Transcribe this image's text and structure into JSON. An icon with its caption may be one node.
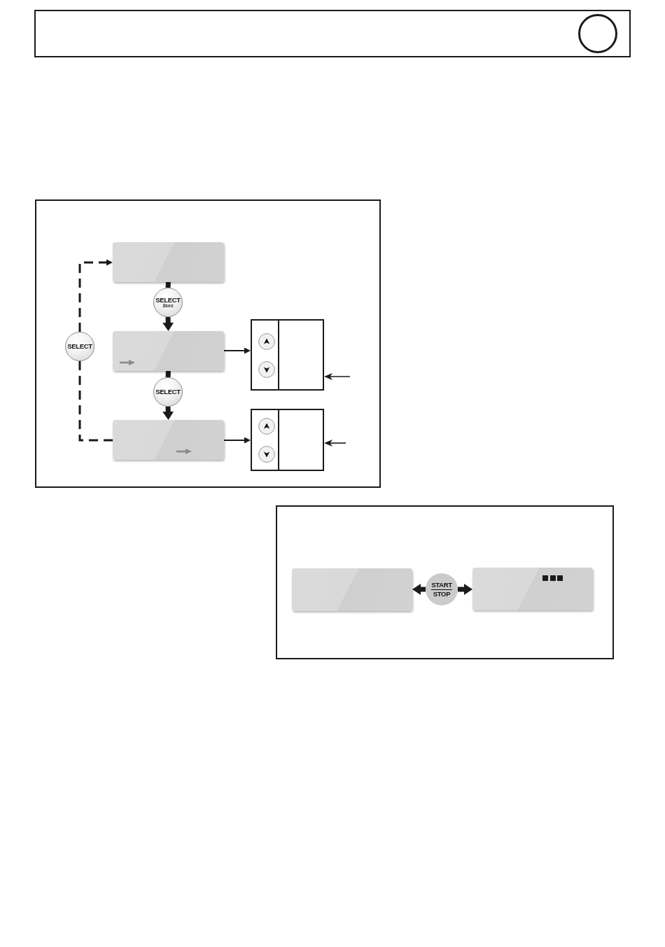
{
  "diagram": {
    "nodes": [
      {
        "text": [],
        "shape": "box"
      },
      {
        "text": [],
        "shape": "box",
        "in": 0
      },
      {
        "text": [
          "SELECT",
          "3sec"
        ],
        "in": 0
      },
      {
        "text": [
          "SELECT"
        ],
        "in": 0
      },
      {
        "text": [],
        "shape": "box",
        "in": 0
      },
      {
        "text": [],
        "shape": "box",
        "in": 0
      },
      {
        "text": [
          "SELECT"
        ],
        "in": 0
      },
      {
        "text": [],
        "shape": "box",
        "in": 0
      },
      {
        "text": [],
        "shape": "box",
        "in": 0
      },
      {
        "text": [],
        "shape": "box"
      },
      {
        "text": [],
        "shape": "box",
        "in": 9
      },
      {
        "text": [
          "START",
          "STOP"
        ],
        "in": 9
      },
      {
        "text": [],
        "shape": "box",
        "in": 9
      }
    ],
    "edges": [
      {
        "from": 1,
        "to": 2,
        "arrow": "none",
        "style": "thick"
      },
      {
        "from": 2,
        "to": 4,
        "arrow": "to",
        "style": "thick"
      },
      {
        "from": 4,
        "to": 6,
        "arrow": "none",
        "style": "thick"
      },
      {
        "from": 6,
        "to": 7,
        "arrow": "to",
        "style": "thick"
      },
      {
        "from": 7,
        "to": 3,
        "arrow": "none",
        "style": "dashed"
      },
      {
        "from": 3,
        "to": 1,
        "arrow": "to",
        "style": "dashed"
      },
      {
        "from": 4,
        "to": 5,
        "arrow": "to"
      },
      {
        "from": 7,
        "to": 8,
        "arrow": "to"
      },
      {
        "from": null,
        "to": 5,
        "arrow": "to"
      },
      {
        "from": null,
        "to": 8,
        "arrow": "to"
      },
      {
        "from": 11,
        "to": 10,
        "arrow": "to",
        "style": "thick"
      },
      {
        "from": 11,
        "to": 12,
        "arrow": "to",
        "style": "thick"
      }
    ]
  }
}
